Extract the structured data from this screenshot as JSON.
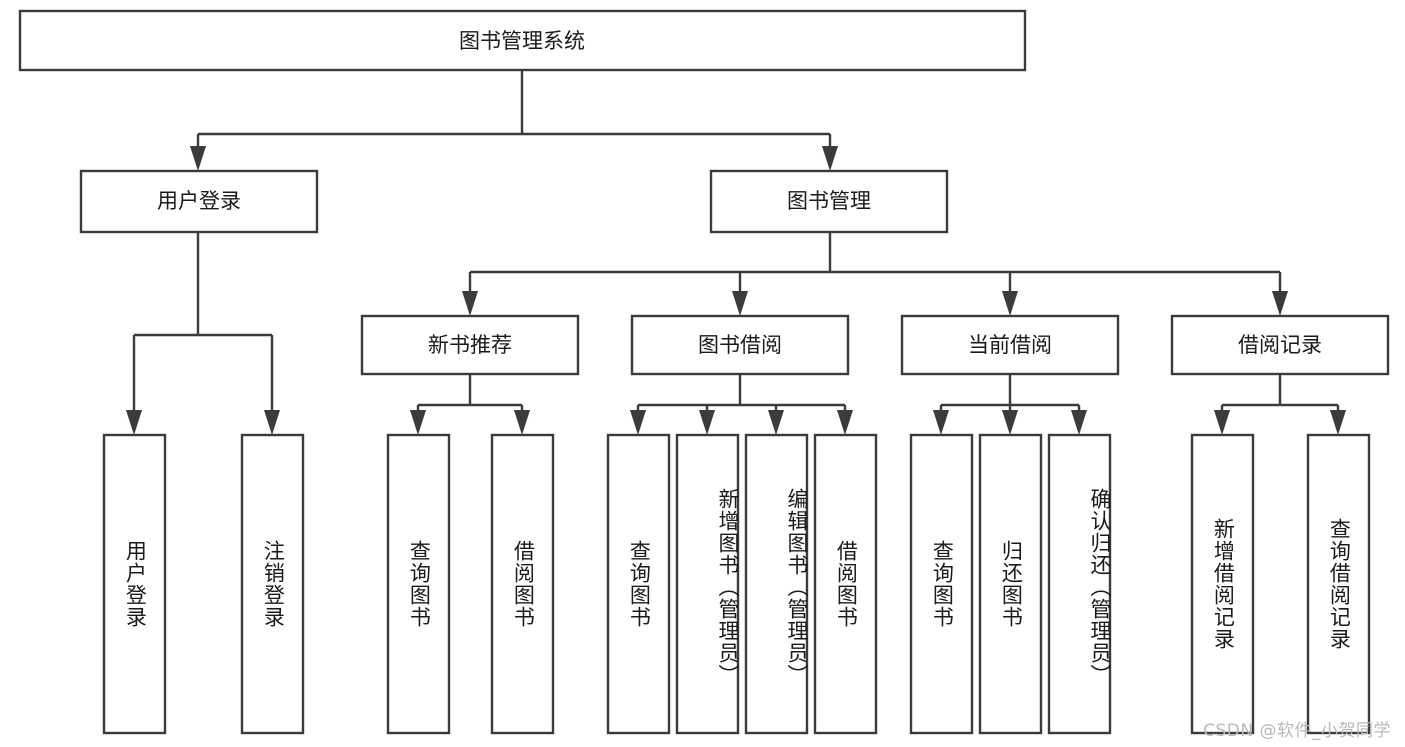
{
  "diagram": {
    "title": "图书管理系统",
    "type": "tree-hierarchy",
    "root": {
      "label": "图书管理系统"
    },
    "level2": [
      {
        "label": "用户登录"
      },
      {
        "label": "图书管理"
      }
    ],
    "level3": [
      {
        "label": "新书推荐"
      },
      {
        "label": "图书借阅"
      },
      {
        "label": "当前借阅"
      },
      {
        "label": "借阅记录"
      }
    ],
    "leaves": {
      "user_login": [
        {
          "label": "用户登录"
        },
        {
          "label": "注销登录"
        }
      ],
      "new_book_recommend": [
        {
          "label": "查询图书"
        },
        {
          "label": "借阅图书"
        }
      ],
      "book_borrow": [
        {
          "label": "查询图书"
        },
        {
          "label": "新增图书（管理员）"
        },
        {
          "label": "编辑图书（管理员）"
        },
        {
          "label": "借阅图书"
        }
      ],
      "current_borrow": [
        {
          "label": "查询图书"
        },
        {
          "label": "归还图书"
        },
        {
          "label": "确认归还（管理员）"
        }
      ],
      "borrow_record": [
        {
          "label": "新增借阅记录"
        },
        {
          "label": "查询借阅记录"
        }
      ]
    }
  },
  "watermark": {
    "text": "CSDN @软件_小贺同学"
  },
  "colors": {
    "stroke": "#3b3b3b",
    "box_fill": "#ffffff",
    "text": "#1a1a1a",
    "watermark": "#b9b9b9",
    "background": "#ffffff"
  }
}
